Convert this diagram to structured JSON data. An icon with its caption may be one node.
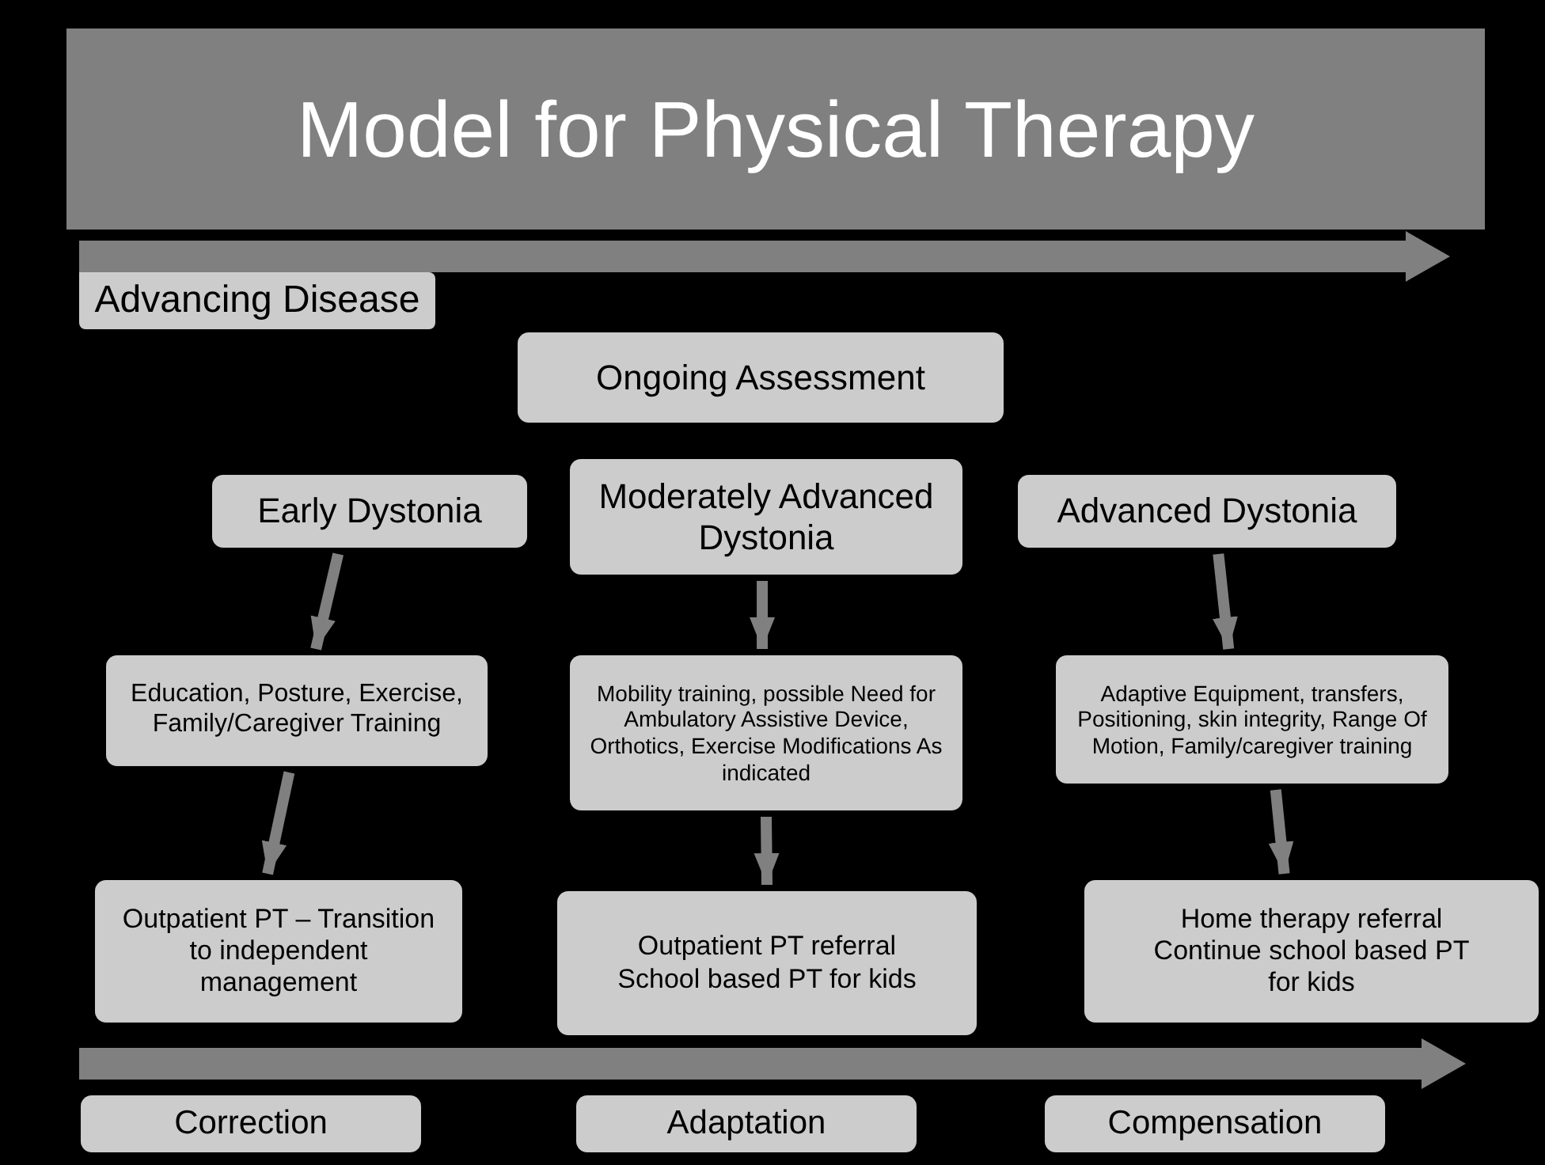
{
  "diagram": {
    "title": "Model for Physical Therapy",
    "nodes": [
      {
        "text": [
          "Advancing Disease"
        ]
      },
      {
        "text": [
          "Ongoing Assessment"
        ]
      },
      {
        "text": [
          "Early Dystonia"
        ]
      },
      {
        "text": [
          "Moderately Advanced Dystonia"
        ]
      },
      {
        "text": [
          "Advanced Dystonia"
        ]
      },
      {
        "text": [
          "Education, Posture, Exercise, Family/Caregiver Training"
        ]
      },
      {
        "text": [
          "Mobility training, possible Need for Ambulatory Assistive Device, Orthotics, Exercise Modifications As indicated"
        ]
      },
      {
        "text": [
          "Adaptive Equipment, transfers, Positioning, skin integrity, Range Of Motion, Family/caregiver training"
        ]
      },
      {
        "text": [
          "Outpatient PT  – Transition to independent management"
        ]
      },
      {
        "text": [
          "Outpatient PT referral",
          "School based PT for kids"
        ]
      },
      {
        "text": [
          "Home therapy referral",
          "Continue school based PT for kids"
        ]
      },
      {
        "text": [
          "Correction"
        ]
      },
      {
        "text": [
          "Adaptation"
        ]
      },
      {
        "text": [
          "Compensation"
        ]
      }
    ],
    "edges": [
      {
        "from": 2,
        "to": 5,
        "arrow": "to"
      },
      {
        "from": 5,
        "to": 8,
        "arrow": "to"
      },
      {
        "from": 3,
        "to": 6,
        "arrow": "to"
      },
      {
        "from": 6,
        "to": 9,
        "arrow": "to"
      },
      {
        "from": 4,
        "to": 7,
        "arrow": "to"
      },
      {
        "from": 7,
        "to": 10,
        "arrow": "to"
      }
    ]
  }
}
